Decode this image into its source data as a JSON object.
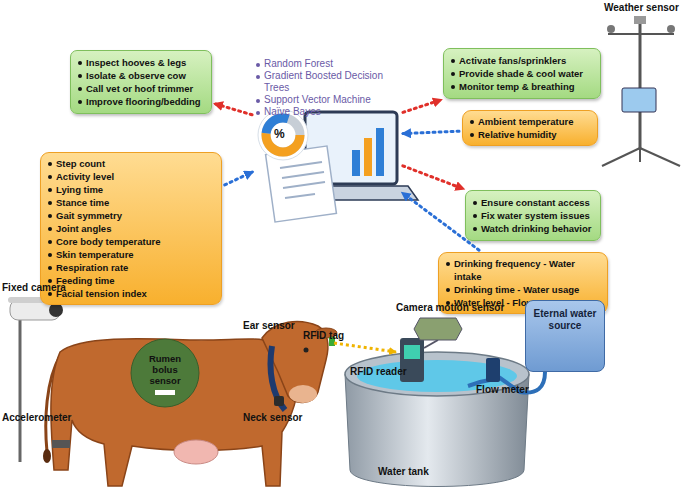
{
  "diagram": {
    "nodes": [
      {
        "text": [
          "Inspect hooves & legs",
          "Isolate & observe cow",
          "Call vet or hoof trimmer",
          "Improve flooring/bedding"
        ]
      },
      {
        "text": [
          "Activate fans/sprinklers",
          "Provide shade & cool water",
          "Monitor temp & breathing"
        ]
      },
      {
        "text": [
          "Ambient temperature",
          "Relative humidity"
        ]
      },
      {
        "text": [
          "Random Forest",
          "Gradient Boosted Decision Trees",
          "Support Vector Machine",
          "Naïve Bayes"
        ]
      },
      {
        "text": [
          "Step count",
          "Activity level",
          "Lying time",
          "Stance time",
          "Gait symmetry",
          "Joint angles",
          "Core body temperature",
          "Skin temperature",
          "Respiration rate",
          "Feeding time",
          "Facial tension index"
        ]
      },
      {
        "text": [
          "Ensure constant access",
          "Fix water system issues",
          "Watch drinking behavior"
        ]
      },
      {
        "text": [
          "Drinking frequency - Water intake",
          "Drinking time - Water usage",
          "Water level - Flow rate"
        ]
      },
      {
        "text": [
          "Rumen bolus sensor"
        ]
      },
      {
        "text": [
          "Eternal water source"
        ]
      }
    ],
    "edges": [
      {
        "from": 3,
        "to": 0,
        "arrow": "to"
      },
      {
        "from": 4,
        "to": 3,
        "arrow": "to"
      },
      {
        "from": 3,
        "to": 1,
        "arrow": "to"
      },
      {
        "from": 2,
        "to": 3,
        "arrow": "to"
      },
      {
        "from": 3,
        "to": 5,
        "arrow": "to"
      },
      {
        "from": 6,
        "to": 3,
        "arrow": "to"
      }
    ],
    "labels": [
      "%",
      "Weather sensor",
      "Fixed camera",
      "Ear sensor",
      "RFID tag",
      "Neck sensor",
      "Accelerometer",
      "Camera motion sensor",
      "RFID reader",
      "Flow meter",
      "Water tank"
    ]
  }
}
